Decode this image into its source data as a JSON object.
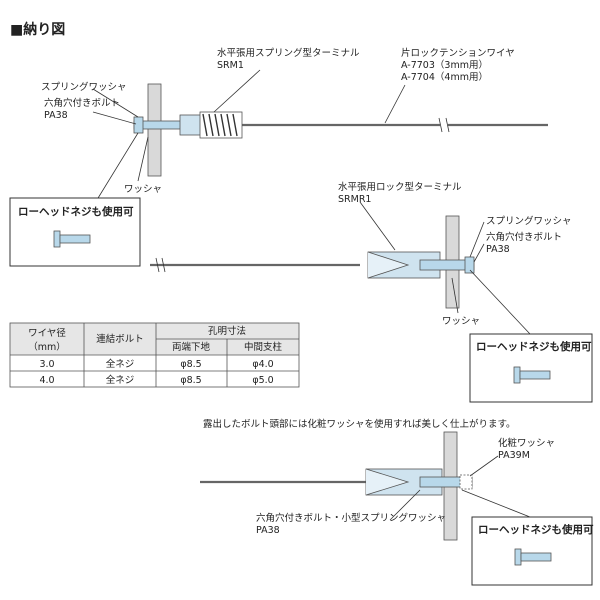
{
  "title": "■納り図",
  "section1": {
    "srm_label_1": "水平張用スプリング型ターミナル",
    "srm_label_2": "SRM1",
    "wire_label_1": "片ロックテンションワイヤ",
    "wire_label_2": "A-7703（3mm用）",
    "wire_label_3": "A-7704（4mm用）",
    "spring_washer": "スプリングワッシャ",
    "bolt_1": "六角穴付きボルト",
    "bolt_2": "PA38",
    "washer": "ワッシャ"
  },
  "lowhead_box": "ローヘッドネジも使用可",
  "section2": {
    "srmr_label_1": "水平張用ロック型ターミナル",
    "srmr_label_2": "SRMR1",
    "spring_washer": "スプリングワッシャ",
    "bolt_1": "六角穴付きボルト",
    "bolt_2": "PA38",
    "washer": "ワッシャ"
  },
  "table": {
    "col_wire": "ワイヤ径",
    "col_wire_unit": "（mm）",
    "col_bolt": "連結ボルト",
    "col_hole": "孔明寸法",
    "col_both": "両端下地",
    "col_middle": "中間支柱",
    "rows": [
      {
        "wire": "3.0",
        "bolt": "全ネジ",
        "both": "φ8.5",
        "middle": "φ4.0"
      },
      {
        "wire": "4.0",
        "bolt": "全ネジ",
        "both": "φ8.5",
        "middle": "φ5.0"
      }
    ]
  },
  "section3": {
    "note": "露出したボルト頭部には化粧ワッシャを使用すれば美しく仕上がります。",
    "cosm_1": "化粧ワッシャ",
    "cosm_2": "PA39M",
    "bolt_1": "六角穴付きボルト・小型スプリングワッシャ",
    "bolt_2": "PA38"
  }
}
